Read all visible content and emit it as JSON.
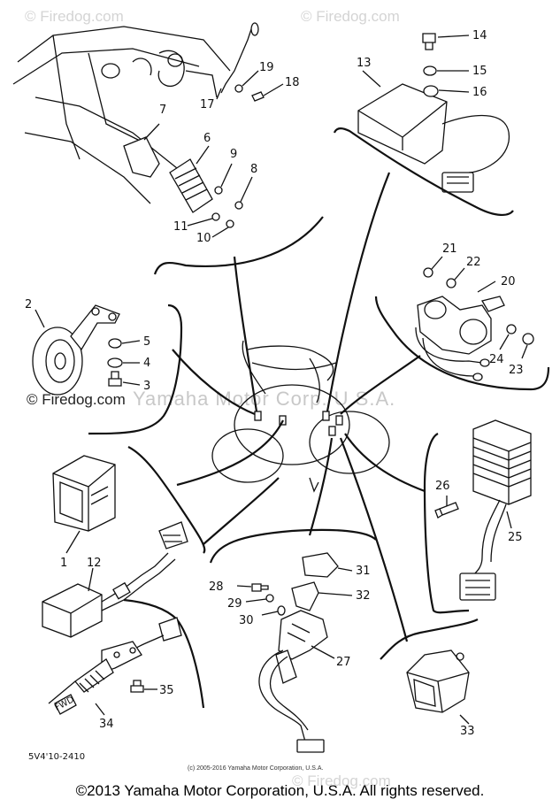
{
  "watermarks": {
    "top_left": "© Firedog.com",
    "top_right": "© Firedog.com",
    "middle_left": "© Firedog.com",
    "middle_band": "Yamaha Motor Corp. U.S.A.",
    "bottom_faint": "© Firedog.com"
  },
  "diagram_code": "5V4'10-2410",
  "small_copyright": "(c) 2005-2016 Yamaha Motor Corporation, U.S.A.",
  "footer_copyright": "©2013 Yamaha Motor Corporation, U.S.A. All rights reserved.",
  "part_labels": {
    "p1": "1",
    "p2": "2",
    "p3": "3",
    "p4": "4",
    "p5": "5",
    "p6": "6",
    "p7": "7",
    "p8": "8",
    "p9": "9",
    "p10": "10",
    "p11": "11",
    "p12": "12",
    "p13": "13",
    "p14": "14",
    "p15": "15",
    "p16": "16",
    "p17": "17",
    "p18": "18",
    "p19": "19",
    "p20": "20",
    "p21": "21",
    "p22": "22",
    "p23": "23",
    "p24": "24",
    "p25": "25",
    "p26": "26",
    "p27": "27",
    "p28": "28",
    "p29": "29",
    "p30": "30",
    "p31": "31",
    "p32": "32",
    "p33": "33",
    "p34": "34",
    "p35": "35"
  },
  "tag_text": "FWD"
}
